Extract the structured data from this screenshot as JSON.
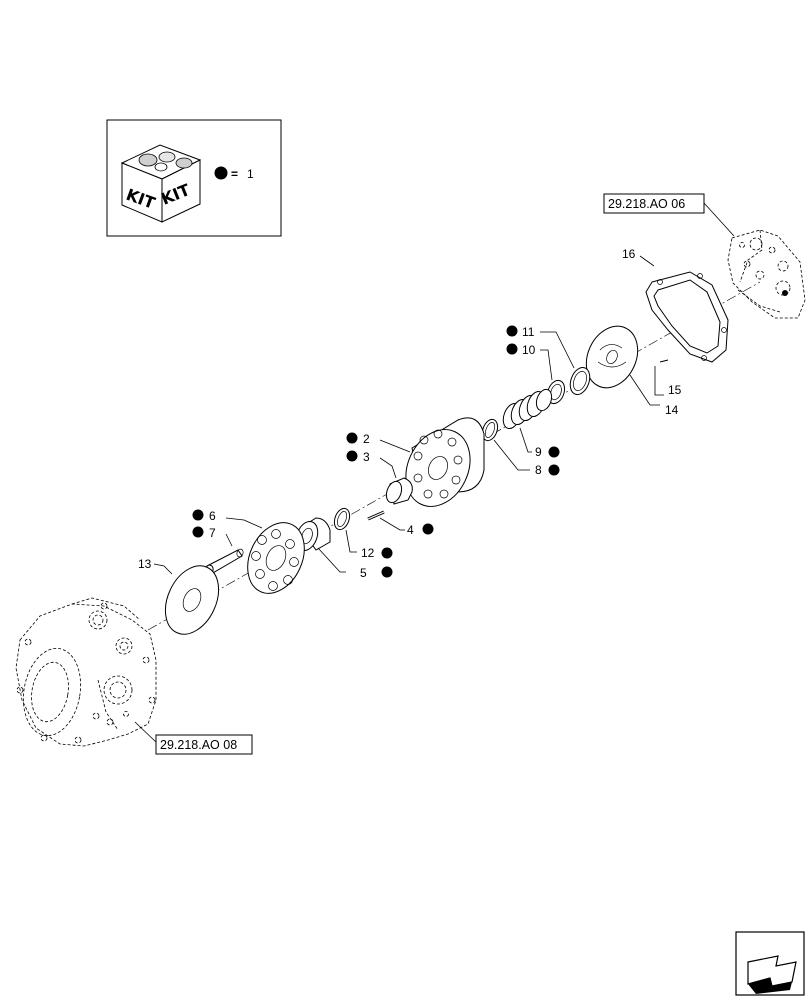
{
  "kit_legend": {
    "kit_word_1": "KIT",
    "kit_word_2": "KIT",
    "equals": "=",
    "value": "1"
  },
  "references": {
    "top_right": "29.218.AO 06",
    "bottom_left": "29.218.AO 08"
  },
  "callouts": {
    "p1": "1",
    "p2": "2",
    "p3": "3",
    "p4": "4",
    "p5": "5",
    "p6": "6",
    "p7": "7",
    "p8": "8",
    "p9": "9",
    "p10": "10",
    "p11": "11",
    "p12": "12",
    "p13": "13",
    "p14": "14",
    "p15": "15",
    "p16": "16"
  },
  "kit_marked_parts": [
    "2",
    "3",
    "4",
    "5",
    "6",
    "7",
    "8",
    "9",
    "10",
    "11",
    "12"
  ],
  "icons": {
    "nav": "back-arrow-icon",
    "kit": "kit-box-icon",
    "marker": "filled-dot-icon"
  }
}
